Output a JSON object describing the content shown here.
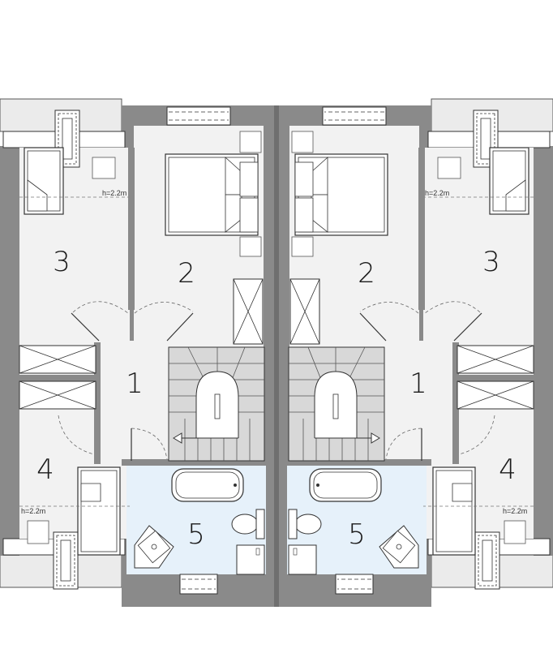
{
  "floor_plan": {
    "units": [
      {
        "id": "left",
        "rooms": [
          {
            "key": "hall",
            "number": "1"
          },
          {
            "key": "bedroom-double",
            "number": "2"
          },
          {
            "key": "bedroom-top",
            "number": "3"
          },
          {
            "key": "bedroom-bottom",
            "number": "4"
          },
          {
            "key": "bathroom",
            "number": "5"
          }
        ],
        "height_notes": {
          "top": "h=2.2m",
          "bottom": "h=2.2m"
        }
      },
      {
        "id": "right",
        "rooms": [
          {
            "key": "hall",
            "number": "1"
          },
          {
            "key": "bedroom-double",
            "number": "2"
          },
          {
            "key": "bedroom-top",
            "number": "3"
          },
          {
            "key": "bedroom-bottom",
            "number": "4"
          },
          {
            "key": "bathroom",
            "number": "5"
          }
        ],
        "height_notes": {
          "top": "h=2.2m",
          "bottom": "h=2.2m"
        }
      }
    ],
    "colors": {
      "wall": "#8a8a8a",
      "wall_dark": "#6f6f6f",
      "floor": "#f2f2f2",
      "bathroom_floor": "#e6f1fa",
      "stairs": "#d8d8d8",
      "roof_strip": "#ebebeb",
      "line": "#333333"
    }
  }
}
